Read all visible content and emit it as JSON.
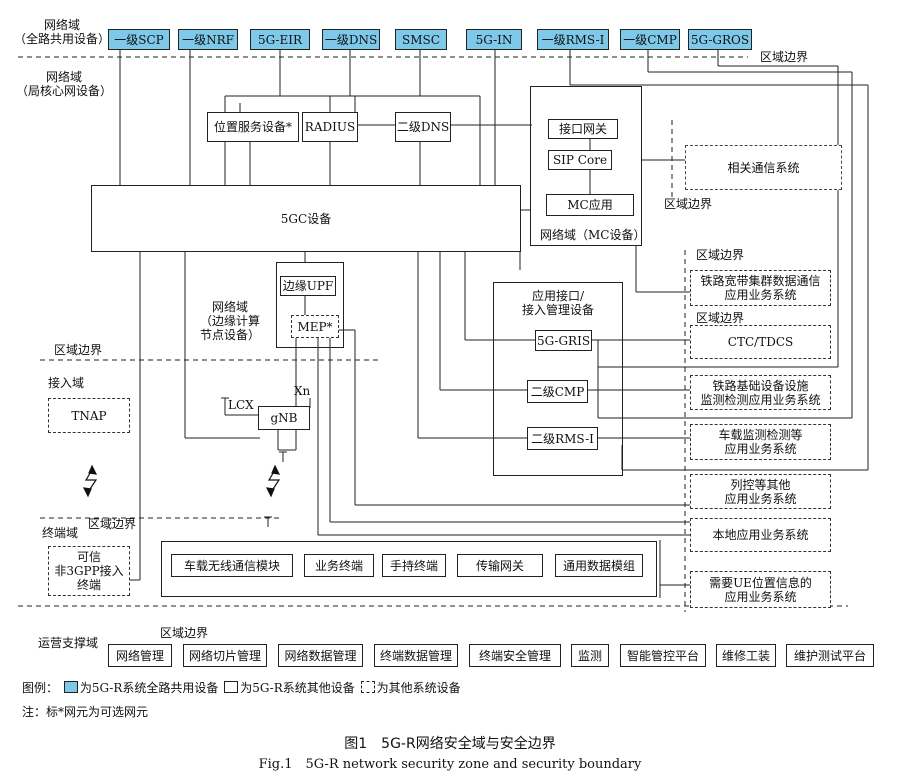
{
  "zones": {
    "nationwide": "网络域\n（全路共用设备）",
    "core": "网络域\n（局核心网设备）",
    "edge": "网络域\n（边缘计算\n节点设备）",
    "mc": "网络域（MC设备）",
    "access": "接入域",
    "terminal": "终端域",
    "ops": "运营支撑域"
  },
  "boundary_label": "区域边界",
  "nationwide_nodes": [
    "一级SCP",
    "一级NRF",
    "5G-EIR",
    "一级DNS",
    "SMSC",
    "5G-IN",
    "一级RMS-I",
    "一级CMP",
    "5G-GROS"
  ],
  "core_nodes": {
    "location": "位置服务设备*",
    "radius": "RADIUS",
    "dns2": "二级DNS",
    "gc5": "5GC设备"
  },
  "mc_nodes": {
    "gateway": "接口网关",
    "sip": "SIP Core",
    "mcapp": "MC应用"
  },
  "edge_nodes": {
    "upf": "边缘UPF",
    "mep": "MEP*"
  },
  "access_nodes": {
    "gnb": "gNB",
    "lcx": "LCX",
    "xn": "Xn",
    "tnap": "TNAP"
  },
  "app_interface": {
    "title": "应用接口/\n接入管理设备",
    "gris": "5G-GRIS",
    "cmp2": "二级CMP",
    "rms2": "二级RMS-I"
  },
  "external_systems": [
    "相关通信系统",
    "铁路宽带集群数据通信\n应用业务系统",
    "CTC/TDCS",
    "铁路基础设备设施\n监测检测应用业务系统",
    "车载监测检测等\n应用业务系统",
    "列控等其他\n应用业务系统",
    "本地应用业务系统",
    "需要UE位置信息的\n应用业务系统"
  ],
  "terminals": [
    "车载无线通信模块",
    "业务终端",
    "手持终端",
    "传输网关",
    "通用数据模组"
  ],
  "trusted_non3gpp": "可信\n非3GPP接入\n终端",
  "ops_items": [
    "网络管理",
    "网络切片管理",
    "网络数据管理",
    "终端数据管理",
    "终端安全管理",
    "监测",
    "智能管控平台",
    "维修工装",
    "维护测试平台"
  ],
  "legend": {
    "prefix": "图例：",
    "shared": "为5G-R系统全路共用设备",
    "other": "为5G-R系统其他设备",
    "external": "为其他系统设备"
  },
  "note": "注：标*网元为可选网元",
  "caption_cn": "图1　5G-R网络安全域与安全边界",
  "caption_en": "Fig.1　5G-R network security zone  and security boundary",
  "colors": {
    "shared_fill": "#7ec8e9",
    "line": "#222222"
  }
}
